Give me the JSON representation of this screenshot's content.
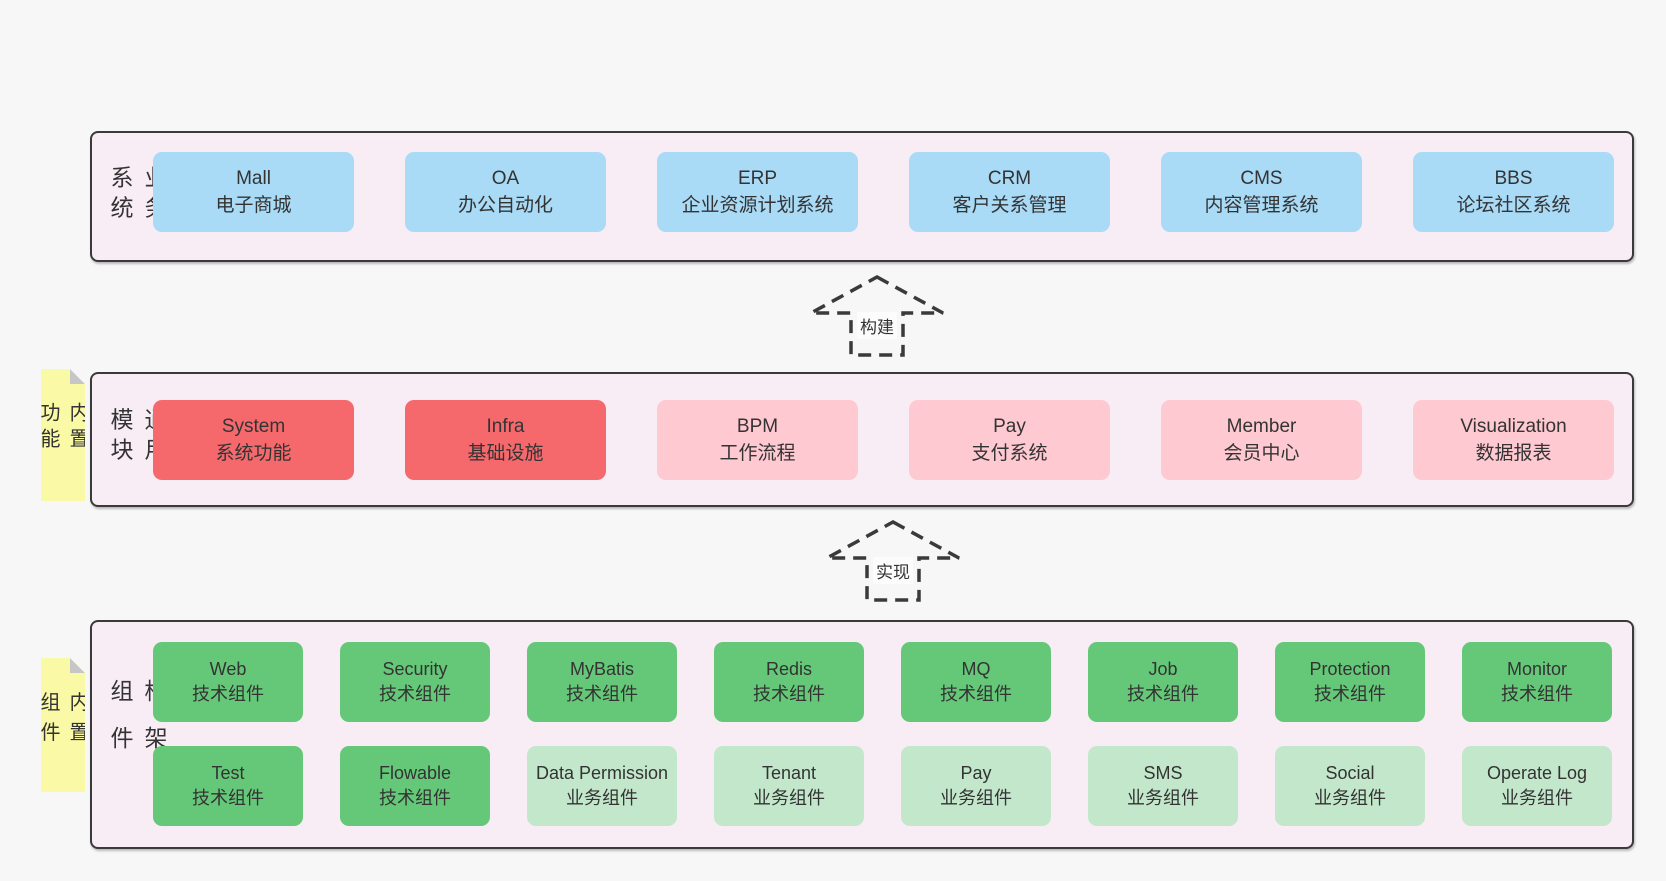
{
  "colors": {
    "background": "#f7f7f7",
    "band_fill": "#f8edf5",
    "band_border": "#3a3a3a",
    "blue_box": "#a9daf6",
    "red_box": "#f5696c",
    "pink_box": "#ffc9d2",
    "green_box": "#65c878",
    "light_green_box": "#c3e7cb",
    "sticky_yellow": "#fafaa6",
    "text": "#333333"
  },
  "diagram": {
    "business_band": {
      "label": "业务系统",
      "boxes": [
        {
          "name": "Mall",
          "desc": "电子商城"
        },
        {
          "name": "OA",
          "desc": "办公自动化"
        },
        {
          "name": "ERP",
          "desc": "企业资源计划系统"
        },
        {
          "name": "CRM",
          "desc": "客户关系管理"
        },
        {
          "name": "CMS",
          "desc": "内容管理系统"
        },
        {
          "name": "BBS",
          "desc": "论坛社区系统"
        }
      ]
    },
    "build_arrow": {
      "label": "构建"
    },
    "module_band": {
      "label": "通用模块",
      "sticky": "内置功能",
      "boxes": [
        {
          "name": "System",
          "desc": "系统功能",
          "style": "red"
        },
        {
          "name": "Infra",
          "desc": "基础设施",
          "style": "red"
        },
        {
          "name": "BPM",
          "desc": "工作流程",
          "style": "pink"
        },
        {
          "name": "Pay",
          "desc": "支付系统",
          "style": "pink"
        },
        {
          "name": "Member",
          "desc": "会员中心",
          "style": "pink"
        },
        {
          "name": "Visualization",
          "desc": "数据报表",
          "style": "pink"
        }
      ]
    },
    "implement_arrow": {
      "label": "实现"
    },
    "component_band": {
      "label": "框架组件",
      "sticky": "内置组件",
      "row1": [
        {
          "name": "Web",
          "desc": "技术组件",
          "style": "green"
        },
        {
          "name": "Security",
          "desc": "技术组件",
          "style": "green"
        },
        {
          "name": "MyBatis",
          "desc": "技术组件",
          "style": "green"
        },
        {
          "name": "Redis",
          "desc": "技术组件",
          "style": "green"
        },
        {
          "name": "MQ",
          "desc": "技术组件",
          "style": "green"
        },
        {
          "name": "Job",
          "desc": "技术组件",
          "style": "green"
        },
        {
          "name": "Protection",
          "desc": "技术组件",
          "style": "green"
        },
        {
          "name": "Monitor",
          "desc": "技术组件",
          "style": "green"
        }
      ],
      "row2": [
        {
          "name": "Test",
          "desc": "技术组件",
          "style": "green"
        },
        {
          "name": "Flowable",
          "desc": "技术组件",
          "style": "green"
        },
        {
          "name": "Data Permission",
          "desc": "业务组件",
          "style": "light-green"
        },
        {
          "name": "Tenant",
          "desc": "业务组件",
          "style": "light-green"
        },
        {
          "name": "Pay",
          "desc": "业务组件",
          "style": "light-green"
        },
        {
          "name": "SMS",
          "desc": "业务组件",
          "style": "light-green"
        },
        {
          "name": "Social",
          "desc": "业务组件",
          "style": "light-green"
        },
        {
          "name": "Operate Log",
          "desc": "业务组件",
          "style": "light-green"
        }
      ]
    }
  }
}
